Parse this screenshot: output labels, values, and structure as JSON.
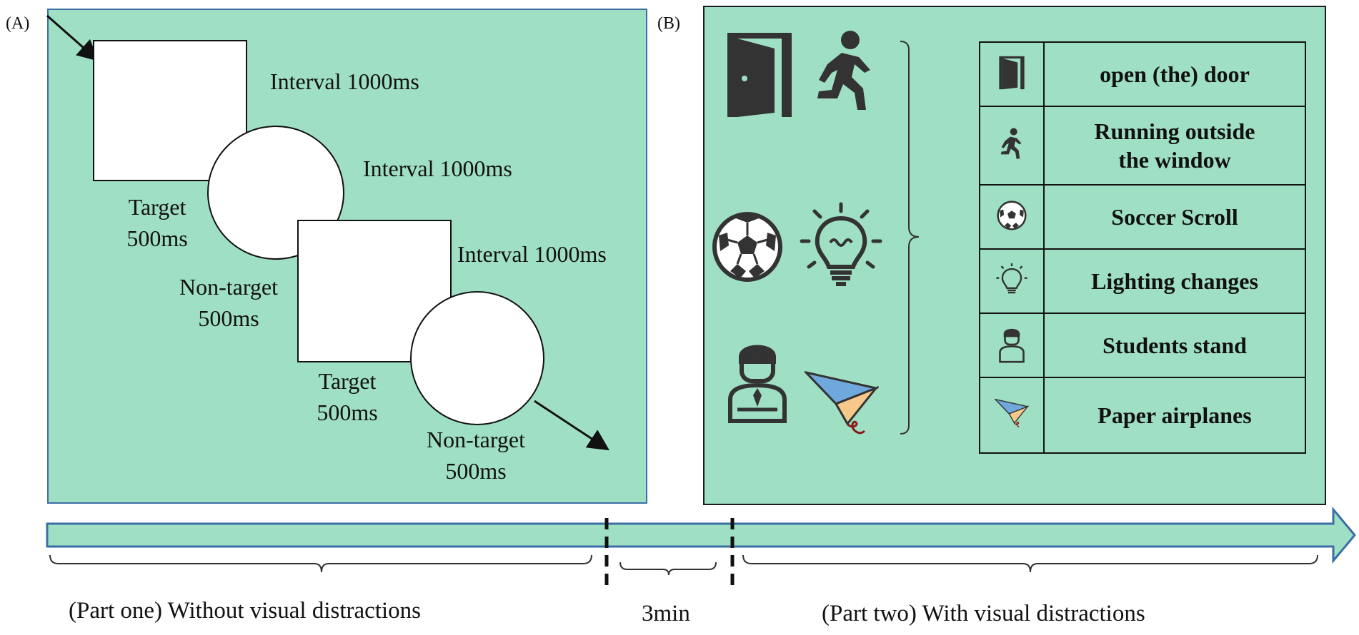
{
  "panel_labels": {
    "a": "(A)",
    "b": "(B)"
  },
  "panel_a": {
    "intervals": [
      "Interval 1000ms",
      "Interval 1000ms",
      "Interval 1000ms"
    ],
    "stimuli": [
      {
        "line1": "Target",
        "line2": "500ms"
      },
      {
        "line1": "Non-target",
        "line2": "500ms"
      },
      {
        "line1": "Target",
        "line2": "500ms"
      },
      {
        "line1": "Non-target",
        "line2": "500ms"
      }
    ]
  },
  "panel_b": {
    "icons": [
      "door-icon",
      "runner-icon",
      "soccer-ball-icon",
      "light-bulb-icon",
      "student-icon",
      "paper-airplane-icon"
    ],
    "table": [
      {
        "icon": "door-icon",
        "line1": "open (the) door",
        "line2": ""
      },
      {
        "icon": "runner-icon",
        "line1": "Running outside",
        "line2": "the window"
      },
      {
        "icon": "soccer-ball-icon",
        "line1": "Soccer Scroll",
        "line2": ""
      },
      {
        "icon": "light-bulb-icon",
        "line1": "Lighting changes",
        "line2": ""
      },
      {
        "icon": "student-icon",
        "line1": "Students stand",
        "line2": ""
      },
      {
        "icon": "paper-airplane-icon",
        "line1": "Paper airplanes",
        "line2": ""
      }
    ]
  },
  "timeline": {
    "part_one": "(Part one)  Without visual distractions",
    "gap": "3min",
    "part_two": "(Part two)  With visual distractions"
  },
  "colors": {
    "panel_fill": "#9fe0c4",
    "arrow_stroke": "#3b6ea5"
  }
}
